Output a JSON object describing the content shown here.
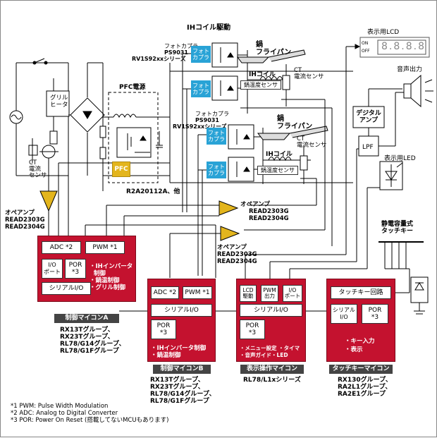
{
  "title": "IHコイル駆動",
  "display_lcd": "表示用LCD",
  "lcd_on": "ON",
  "lcd_off": "OFF",
  "audio_out": "音声出力",
  "digital_amp": "デジタル\nアンプ",
  "lpf": "LPF",
  "display_led": "表示用LED",
  "touch_key": "静電容量式\nタッチキー",
  "photocoupler": "フォトカプラ",
  "ps9031": "PS9031",
  "rv1s92": "RV1S92xxシリーズ",
  "photo_short": "フォト\nカプラ",
  "pot": "鍋\nフライパン",
  "ih_coil": "IHコイル",
  "ct_sensor": "CT\n電流センサ",
  "pot_temp_sensor": "鍋温度センサ",
  "pfc_power": "PFC電源",
  "pfc": "PFC",
  "grill_heater": "グリル\nヒータ",
  "ct_current_sensor": "CT\n電流\nセンサ",
  "r2a": "R2A20112A、他",
  "opamp": "オペアンプ",
  "opamp_parts": "READ2303G\nREAD2304G",
  "mcu_a": {
    "adc": "ADC *2",
    "pwm": "PWM *1",
    "io": "I/O\nポート",
    "por": "POR\n*3",
    "serial": "シリアルI/O",
    "bullets": [
      "・IHインバータ\n  制御",
      "・鍋温制御",
      "・グリル制御"
    ],
    "label": "制御マイコンA",
    "series": "RX13Tグループ、\nRX23Tグループ、\nRL78/G14グループ、\nRL78/G1Fグループ"
  },
  "mcu_b": {
    "adc": "ADC *2",
    "pwm": "PWM *1",
    "serial": "シリアルI/O",
    "por": "POR\n*3",
    "bullets": [
      "・IHインバータ制御",
      "・鍋温制御"
    ],
    "label": "制御マイコンB",
    "series": "RX13Tグループ、\nRX23Tグループ、\nRL78/G14グループ、\nRL78/G1Fグループ"
  },
  "mcu_disp": {
    "lcd": "LCD\n駆動",
    "pwm": "PWM\n出力",
    "io": "I/O\nポート",
    "serial": "シリアルI/O",
    "por": "POR\n*3",
    "bullets": [
      "・メニュー設定  ・タイマ",
      "・音声ガイド・LED"
    ],
    "label": "表示操作マイコン",
    "series": "RL78/L1xシリーズ"
  },
  "mcu_touch": {
    "touch": "タッチキー回路",
    "serial": "シリアル\nI/O",
    "por": "POR\n*3",
    "bullets": [
      "・キー入力",
      "・表示"
    ],
    "label": "タッチキーマイコン",
    "series": "RX130グループ、\nRA2L1グループ、\nRA2E1グループ"
  },
  "notes": [
    "*1 PWM: Pulse Width Modulation",
    "*2 ADC: Analog to Digital Converter",
    "*3 POR: Power On Reset (搭載してないMCUもあります)"
  ]
}
